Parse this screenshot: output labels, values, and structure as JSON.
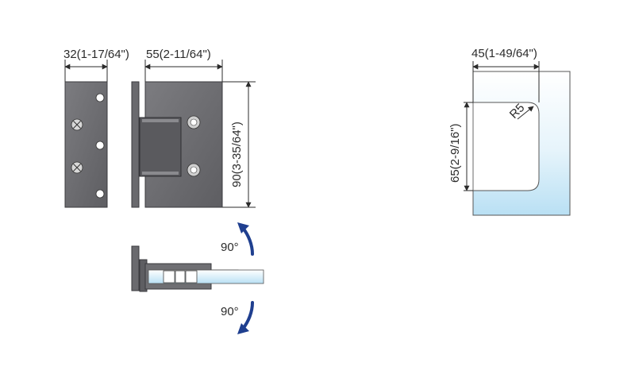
{
  "dimensions": {
    "plate_width": "32(1-17/64\")",
    "body_width": "55(2-11/64\")",
    "body_height": "90(3-35/64\")",
    "glass_cut_width": "45(1-49/64\")",
    "glass_cut_height": "65(2-9/16\")",
    "corner_radius": "R5"
  },
  "rotation": {
    "up_angle": "90°",
    "down_angle": "90°"
  },
  "colors": {
    "metal": "#6f6f73",
    "metal_dark": "#4a4a4e",
    "glass_top": "#ffffff",
    "glass_bottom": "#bfe3f5",
    "arrow": "#1f3f8f"
  }
}
